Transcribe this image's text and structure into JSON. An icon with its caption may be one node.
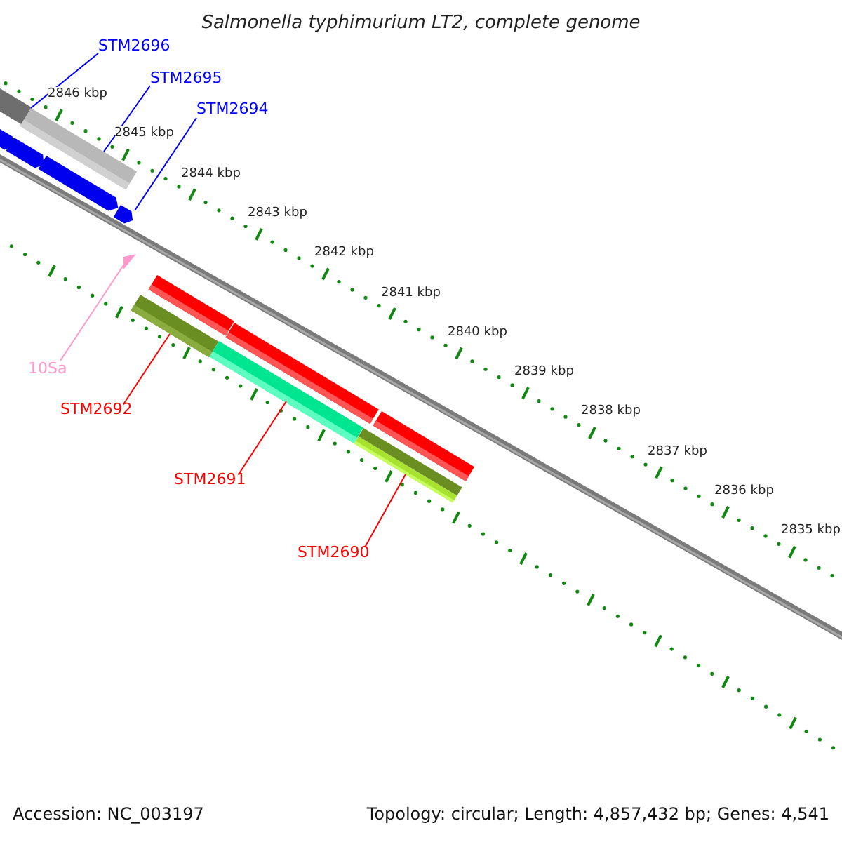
{
  "diagram": {
    "title": "Salmonella typhimurium LT2, complete genome",
    "nodes": [
      {
        "text": [
          "STM2696"
        ]
      },
      {
        "text": [
          "STM2695"
        ]
      },
      {
        "text": [
          "STM2694"
        ]
      },
      {
        "text": [
          "10Sa"
        ]
      },
      {
        "text": [
          "STM2692"
        ]
      },
      {
        "text": [
          "STM2691"
        ]
      },
      {
        "text": [
          "STM2690"
        ]
      },
      {
        "text": [],
        "shape": "bar"
      },
      {
        "text": [],
        "shape": "bar"
      },
      {
        "text": [],
        "shape": "bar"
      },
      {
        "text": [],
        "shape": "triangle"
      },
      {
        "text": [],
        "shape": "bar"
      },
      {
        "text": [],
        "shape": "bar"
      },
      {
        "text": [],
        "shape": "bar"
      }
    ],
    "edges": [
      {
        "from": 0,
        "to": 7,
        "arrow": "none",
        "color": "#0000ff"
      },
      {
        "from": 1,
        "to": 8,
        "arrow": "none",
        "color": "#0000ff"
      },
      {
        "from": 2,
        "to": 9,
        "arrow": "none",
        "color": "#0000ff"
      },
      {
        "from": 3,
        "to": 10,
        "arrow": "none",
        "color": "#ff99cc"
      },
      {
        "from": 4,
        "to": 11,
        "arrow": "none",
        "color": "#ff0000"
      },
      {
        "from": 5,
        "to": 12,
        "arrow": "none",
        "color": "#ff0000"
      },
      {
        "from": 6,
        "to": 13,
        "arrow": "none",
        "color": "#ff0000"
      }
    ],
    "labels": [
      "2846 kbp",
      "2845 kbp",
      "2844 kbp",
      "2843 kbp",
      "2842 kbp",
      "2841 kbp",
      "2840 kbp",
      "2839 kbp",
      "2838 kbp",
      "2837 kbp",
      "2836 kbp",
      "2835 kbp",
      "Accession: NC_003197",
      "Topology: circular; Length: 4,857,432 bp; Genes: 4,541"
    ]
  }
}
